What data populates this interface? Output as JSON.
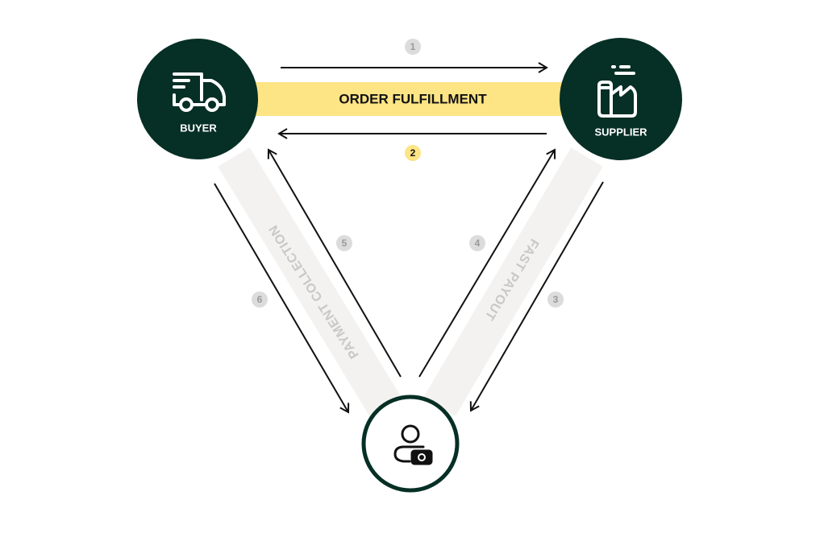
{
  "colors": {
    "node": "#062f25",
    "band_yellow": "#fde485",
    "band_gray": "#f3f2f0",
    "badge_gray": "#dcdcdc",
    "badge_gray_text": "#9a9a9a",
    "badge_yellow": "#fde485",
    "arrow": "#111111",
    "band_text": "#c8c8c8"
  },
  "nodes": {
    "buyer": {
      "label": "BUYER",
      "icon": "truck-icon"
    },
    "supplier": {
      "label": "SUPPLIER",
      "icon": "factory-icon"
    },
    "platform": {
      "icon": "person-cash-icon"
    }
  },
  "bands": {
    "order": "ORDER FULFILLMENT",
    "payment": "PAYMENT COLLECTION",
    "payout": "FAST PAYOUT"
  },
  "steps": [
    "1",
    "2",
    "3",
    "4",
    "5",
    "6"
  ]
}
